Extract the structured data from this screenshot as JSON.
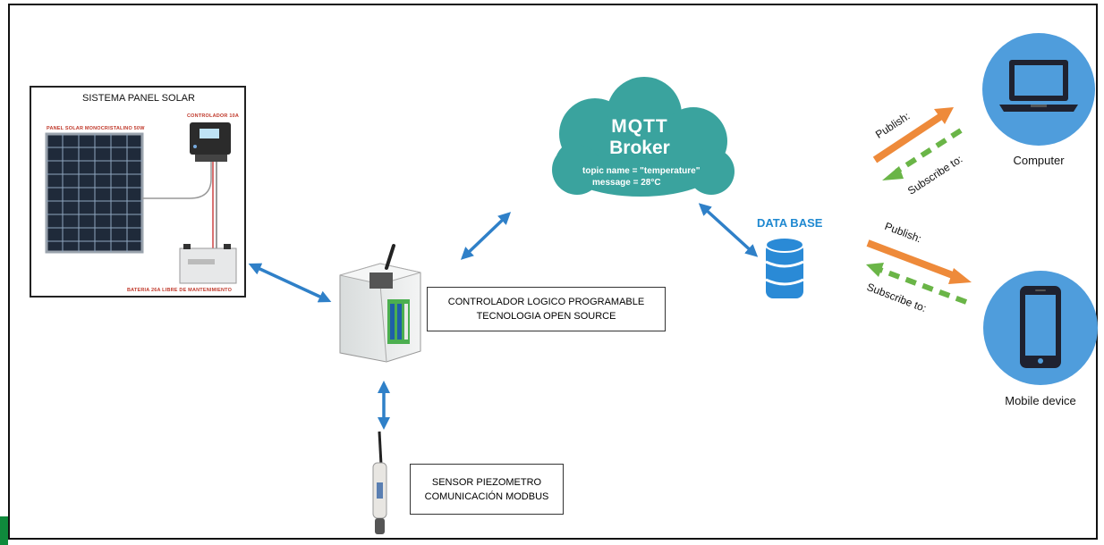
{
  "solar_panel_system": {
    "title": "SISTEMA PANEL SOLAR",
    "controller_label": "CONTROLADOR 10A",
    "panel_label": "PANEL SOLAR MONOCRISTALINO 50W",
    "battery_label": "BATERIA 26A LIBRE DE MANTENIMIENTO"
  },
  "plc": {
    "line1": "CONTROLADOR LOGICO PROGRAMABLE",
    "line2": "TECNOLOGIA OPEN SOURCE"
  },
  "sensor": {
    "line1": "SENSOR PIEZOMETRO",
    "line2": "COMUNICACIÓN MODBUS"
  },
  "mqtt": {
    "title": "MQTT",
    "subtitle": "Broker",
    "topic": "topic name = \"temperature\"",
    "message": "message = 28°C"
  },
  "database": {
    "label": "DATA BASE"
  },
  "computer": {
    "label": "Computer",
    "publish": "Publish:",
    "subscribe": "Subscribe to:"
  },
  "mobile": {
    "label": "Mobile device",
    "publish": "Publish:",
    "subscribe": "Subscribe to:"
  },
  "colors": {
    "link_arrow": "#2f80c8",
    "cloud": "#3aa39e",
    "database": "#2a8ad6",
    "device_circle": "#4f9ddc",
    "publish_arrow": "#ee8a3a",
    "subscribe_arrow": "#6ab547",
    "db_label": "#1e88d0"
  }
}
